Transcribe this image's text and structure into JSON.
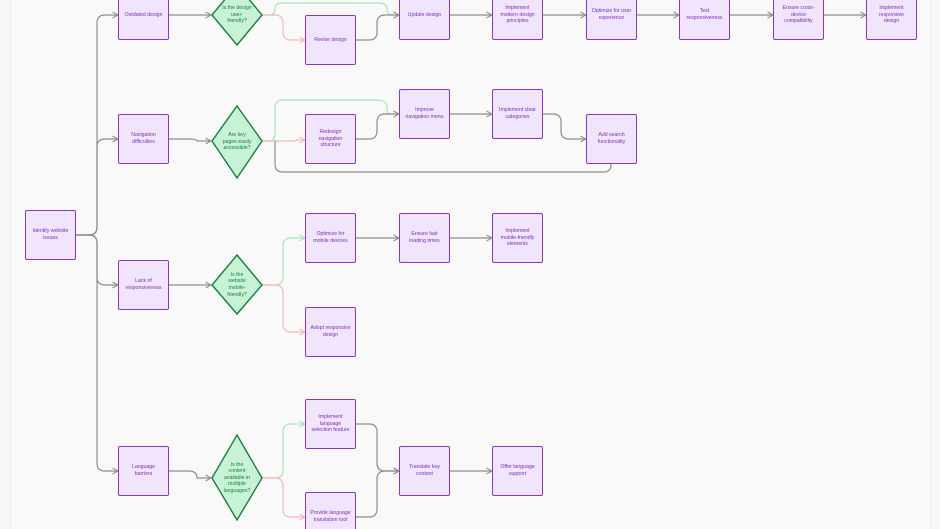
{
  "diagram": {
    "root": {
      "label": "Identify website issues"
    },
    "branches": [
      {
        "label": "Outdated design"
      },
      {
        "label": "Navigation difficulties"
      },
      {
        "label": "Lack of responsiveness"
      },
      {
        "label": "Language barriers"
      }
    ],
    "decisions": [
      {
        "label": "Is the design user-friendly?"
      },
      {
        "label": "Are key pages easily accessible?"
      },
      {
        "label": "Is the website mobile-friendly?"
      },
      {
        "label": "Is the content available in multiple languages?"
      }
    ],
    "steps": {
      "revise_design": "Revise design",
      "update_design": "Update design",
      "modern_principles": "Implement modern design principles",
      "optimize_ux": "Optimize for user experience",
      "test_responsiveness": "Test responsiveness",
      "cross_device": "Ensure cross-device compatibility",
      "responsive_design": "Implement responsive design",
      "redesign_nav": "Redesign navigation structure",
      "improve_nav_menu": "Improve navigation menu",
      "clear_categories": "Implement clear categories",
      "search_functionality": "Add search functionality",
      "optimize_mobile": "Optimize for mobile devices",
      "fast_loading": "Ensure fast loading times",
      "mobile_elements": "Implement mobile-friendly elements",
      "adopt_responsive": "Adopt responsive design",
      "language_selection": "Implement language selection feature",
      "translation_tool": "Provide language translation tool",
      "translate_content": "Translate key content",
      "language_support": "Offer language support"
    },
    "colors": {
      "node_fill": "#f1e4fd",
      "node_border": "#8a35c6",
      "node_text": "#7a2fb8",
      "decision_fill": "#c8f2d6",
      "decision_border": "#16803d",
      "decision_text": "#16803d",
      "edge": "#8e8e8e",
      "edge_yes": "#a6e4bb",
      "edge_no": "#f5b8b8",
      "canvas": "#f9f9f9"
    }
  }
}
